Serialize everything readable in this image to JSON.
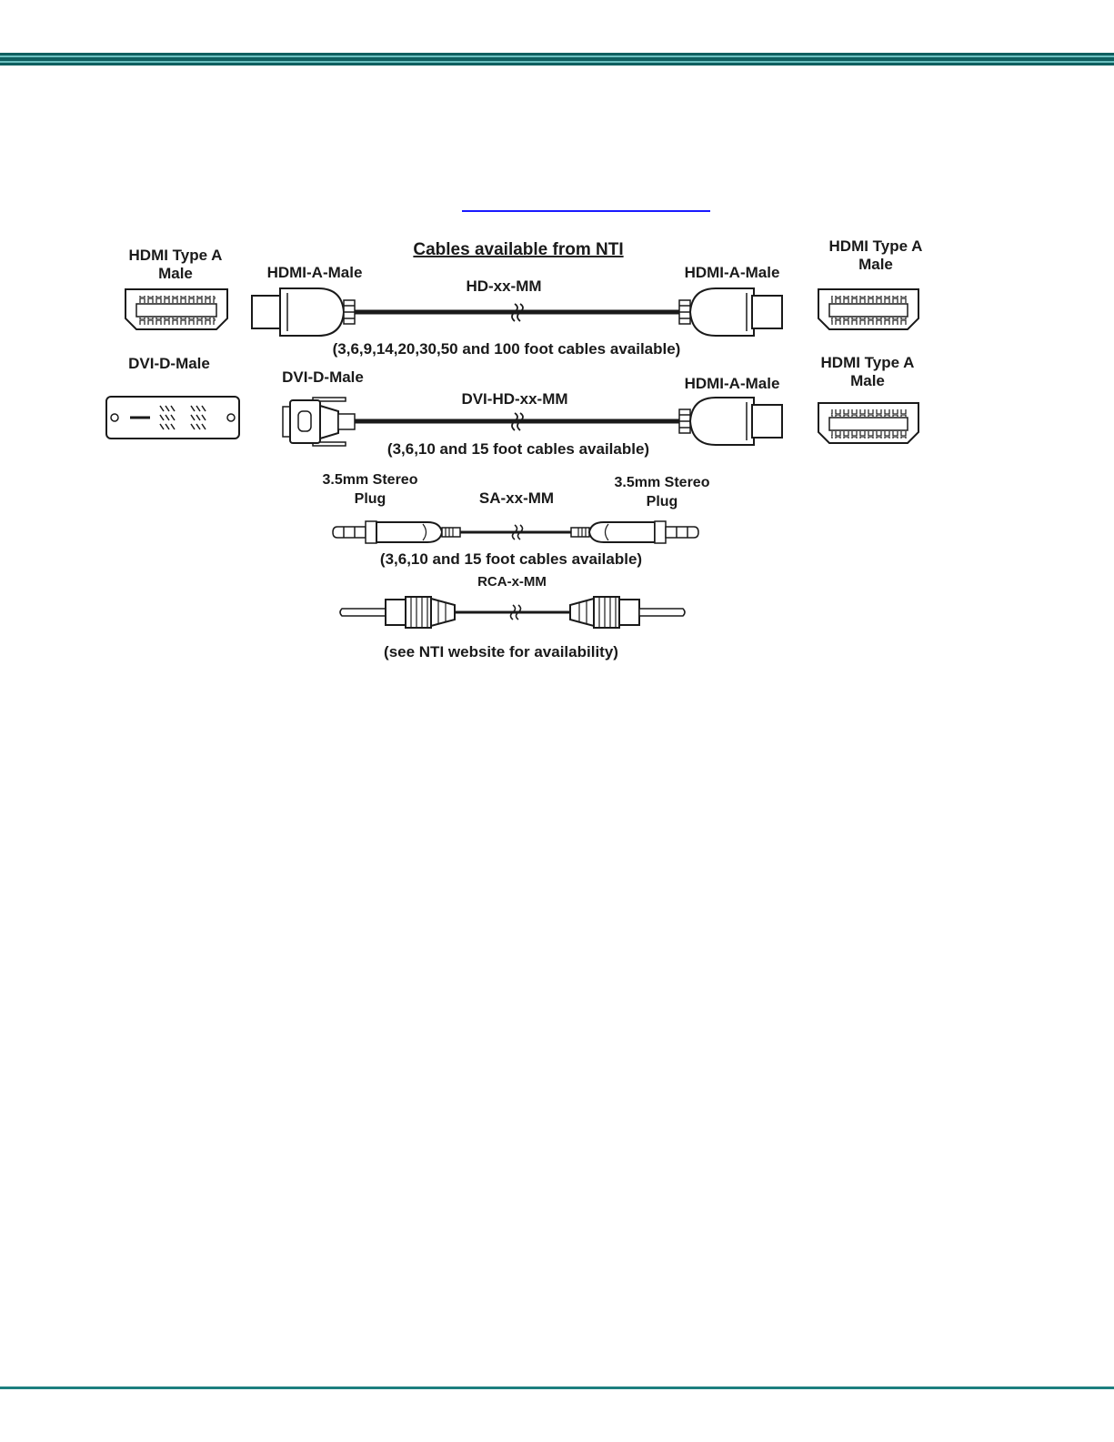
{
  "header": {
    "rule_colors": [
      "#0f5f5f",
      "#5fb7b7",
      "#0f5f5f"
    ]
  },
  "figure": {
    "title": "Cables available from NTI",
    "left_connectors": {
      "hdmi_a_male": "HDMI Type A Male",
      "dvi_d_male": "DVI-D-Male"
    },
    "right_connectors": {
      "hdmi_a_male_1": "HDMI Type A Male",
      "hdmi_a_male_2": "HDMI Type A Male"
    },
    "cables": [
      {
        "name": "HD-xx-MM",
        "left_end": "HDMI-A-Male",
        "right_end": "HDMI-A-Male",
        "lengths": "(3,6,9,14,20,30,50 and 100 foot cables available)"
      },
      {
        "name": "DVI-HD-xx-MM",
        "left_end": "DVI-D-Male",
        "right_end": "HDMI-A-Male",
        "lengths": "(3,6,10 and 15 foot cables available)"
      },
      {
        "name": "SA-xx-MM",
        "left_end": "3.5mm Stereo Plug",
        "right_end": "3.5mm Stereo Plug",
        "lengths": "(3,6,10 and 15 foot cables available)"
      },
      {
        "name": "RCA-x-MM",
        "lengths": "(see NTI website for availability)"
      }
    ]
  },
  "footer": {
    "rule_color": "#1d7f7f"
  }
}
